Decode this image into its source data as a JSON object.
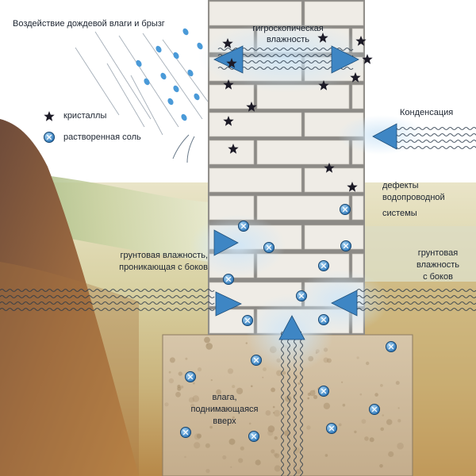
{
  "labels": {
    "rain": "Воздействие дождевой влаги и брызг",
    "hygroscopic_l1": "гигроскопическая",
    "hygroscopic_l2": "влажность",
    "condensation": "Конденсация",
    "defects_l1": "дефекты",
    "defects_l2": "водопроводной",
    "defects_l3": "системы",
    "ground_left_l1": "грунтовая влажность,",
    "ground_left_l2": "проникающая с боков",
    "ground_right_l1": "грунтовая",
    "ground_right_l2": "влажность",
    "ground_right_l3": "с боков",
    "rising_l1": "влага,",
    "rising_l2": "поднимающаяся",
    "rising_l3": "вверх"
  },
  "legend": {
    "crystals": "кристаллы",
    "dissolved_salt": "растворенная соль"
  },
  "colors": {
    "brick": "#efece6",
    "mortar": "#8c8a86",
    "foundation": "#cdb89c",
    "arrow": "#3e86c4",
    "wave": "#2a3a4a",
    "salt": "#3d8fd0",
    "crystal": "#1c1a26",
    "soil_left": "#8a5a3a",
    "sky": "#ffffff"
  },
  "icons": {
    "crystal": "star-icon",
    "salt": "salt-circle-icon",
    "arrow": "triangle-arrow-icon"
  }
}
